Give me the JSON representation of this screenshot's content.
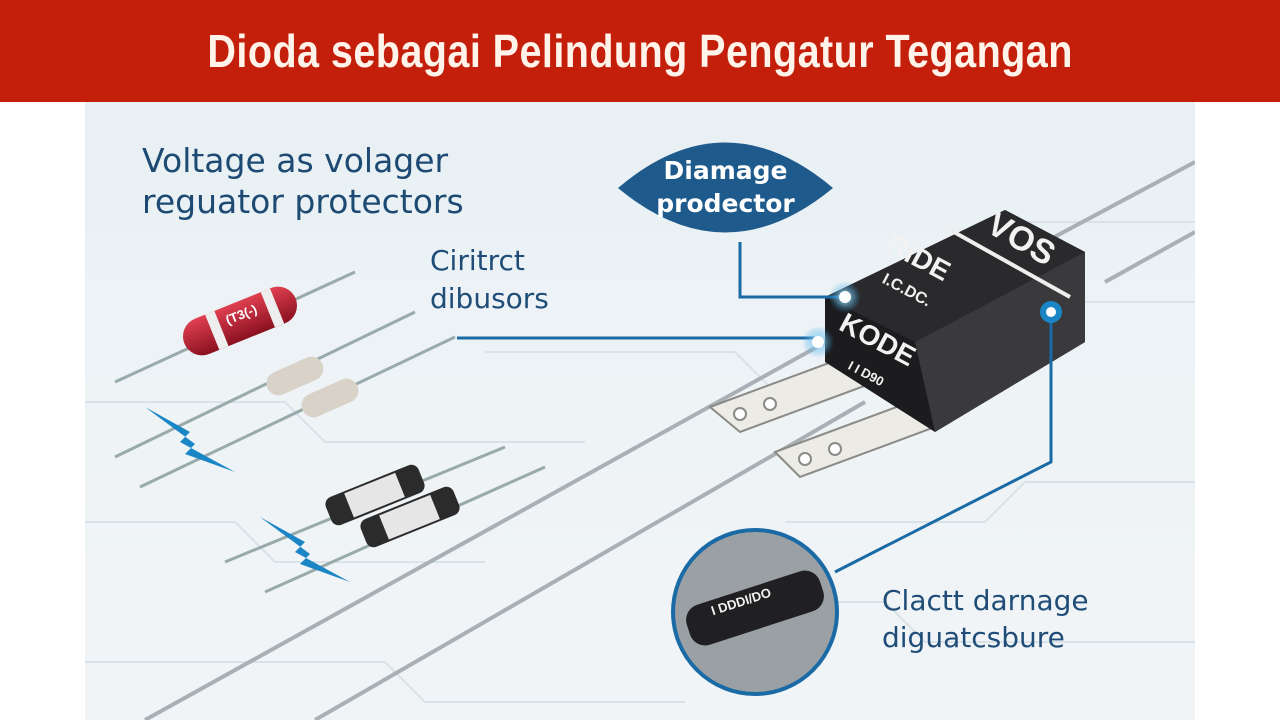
{
  "title": "Dioda sebagai Pelindung Pengatur Tegangan",
  "heading": {
    "line1": "Voltage as volager",
    "line2": "reguator protectors"
  },
  "callouts": {
    "damage_protector": {
      "line1": "Diamage",
      "line2": "prodector"
    },
    "circuit_disturbers": {
      "line1": "Ciritrct",
      "line2": "dibusors"
    },
    "contact_damage": {
      "line1": "Clactt darnage",
      "line2": "diguatcsbure"
    }
  },
  "component_markings": {
    "top": "VOS",
    "middle": "RIDE",
    "code": "I.C.DC.",
    "front": "KODE",
    "small": "I I D90",
    "resistor": "(T3(-)",
    "inset": "I DDDI/DO"
  },
  "colors": {
    "title_bar": "#c31f0b",
    "accent": "#1a6aa6",
    "text": "#1f4d78"
  }
}
